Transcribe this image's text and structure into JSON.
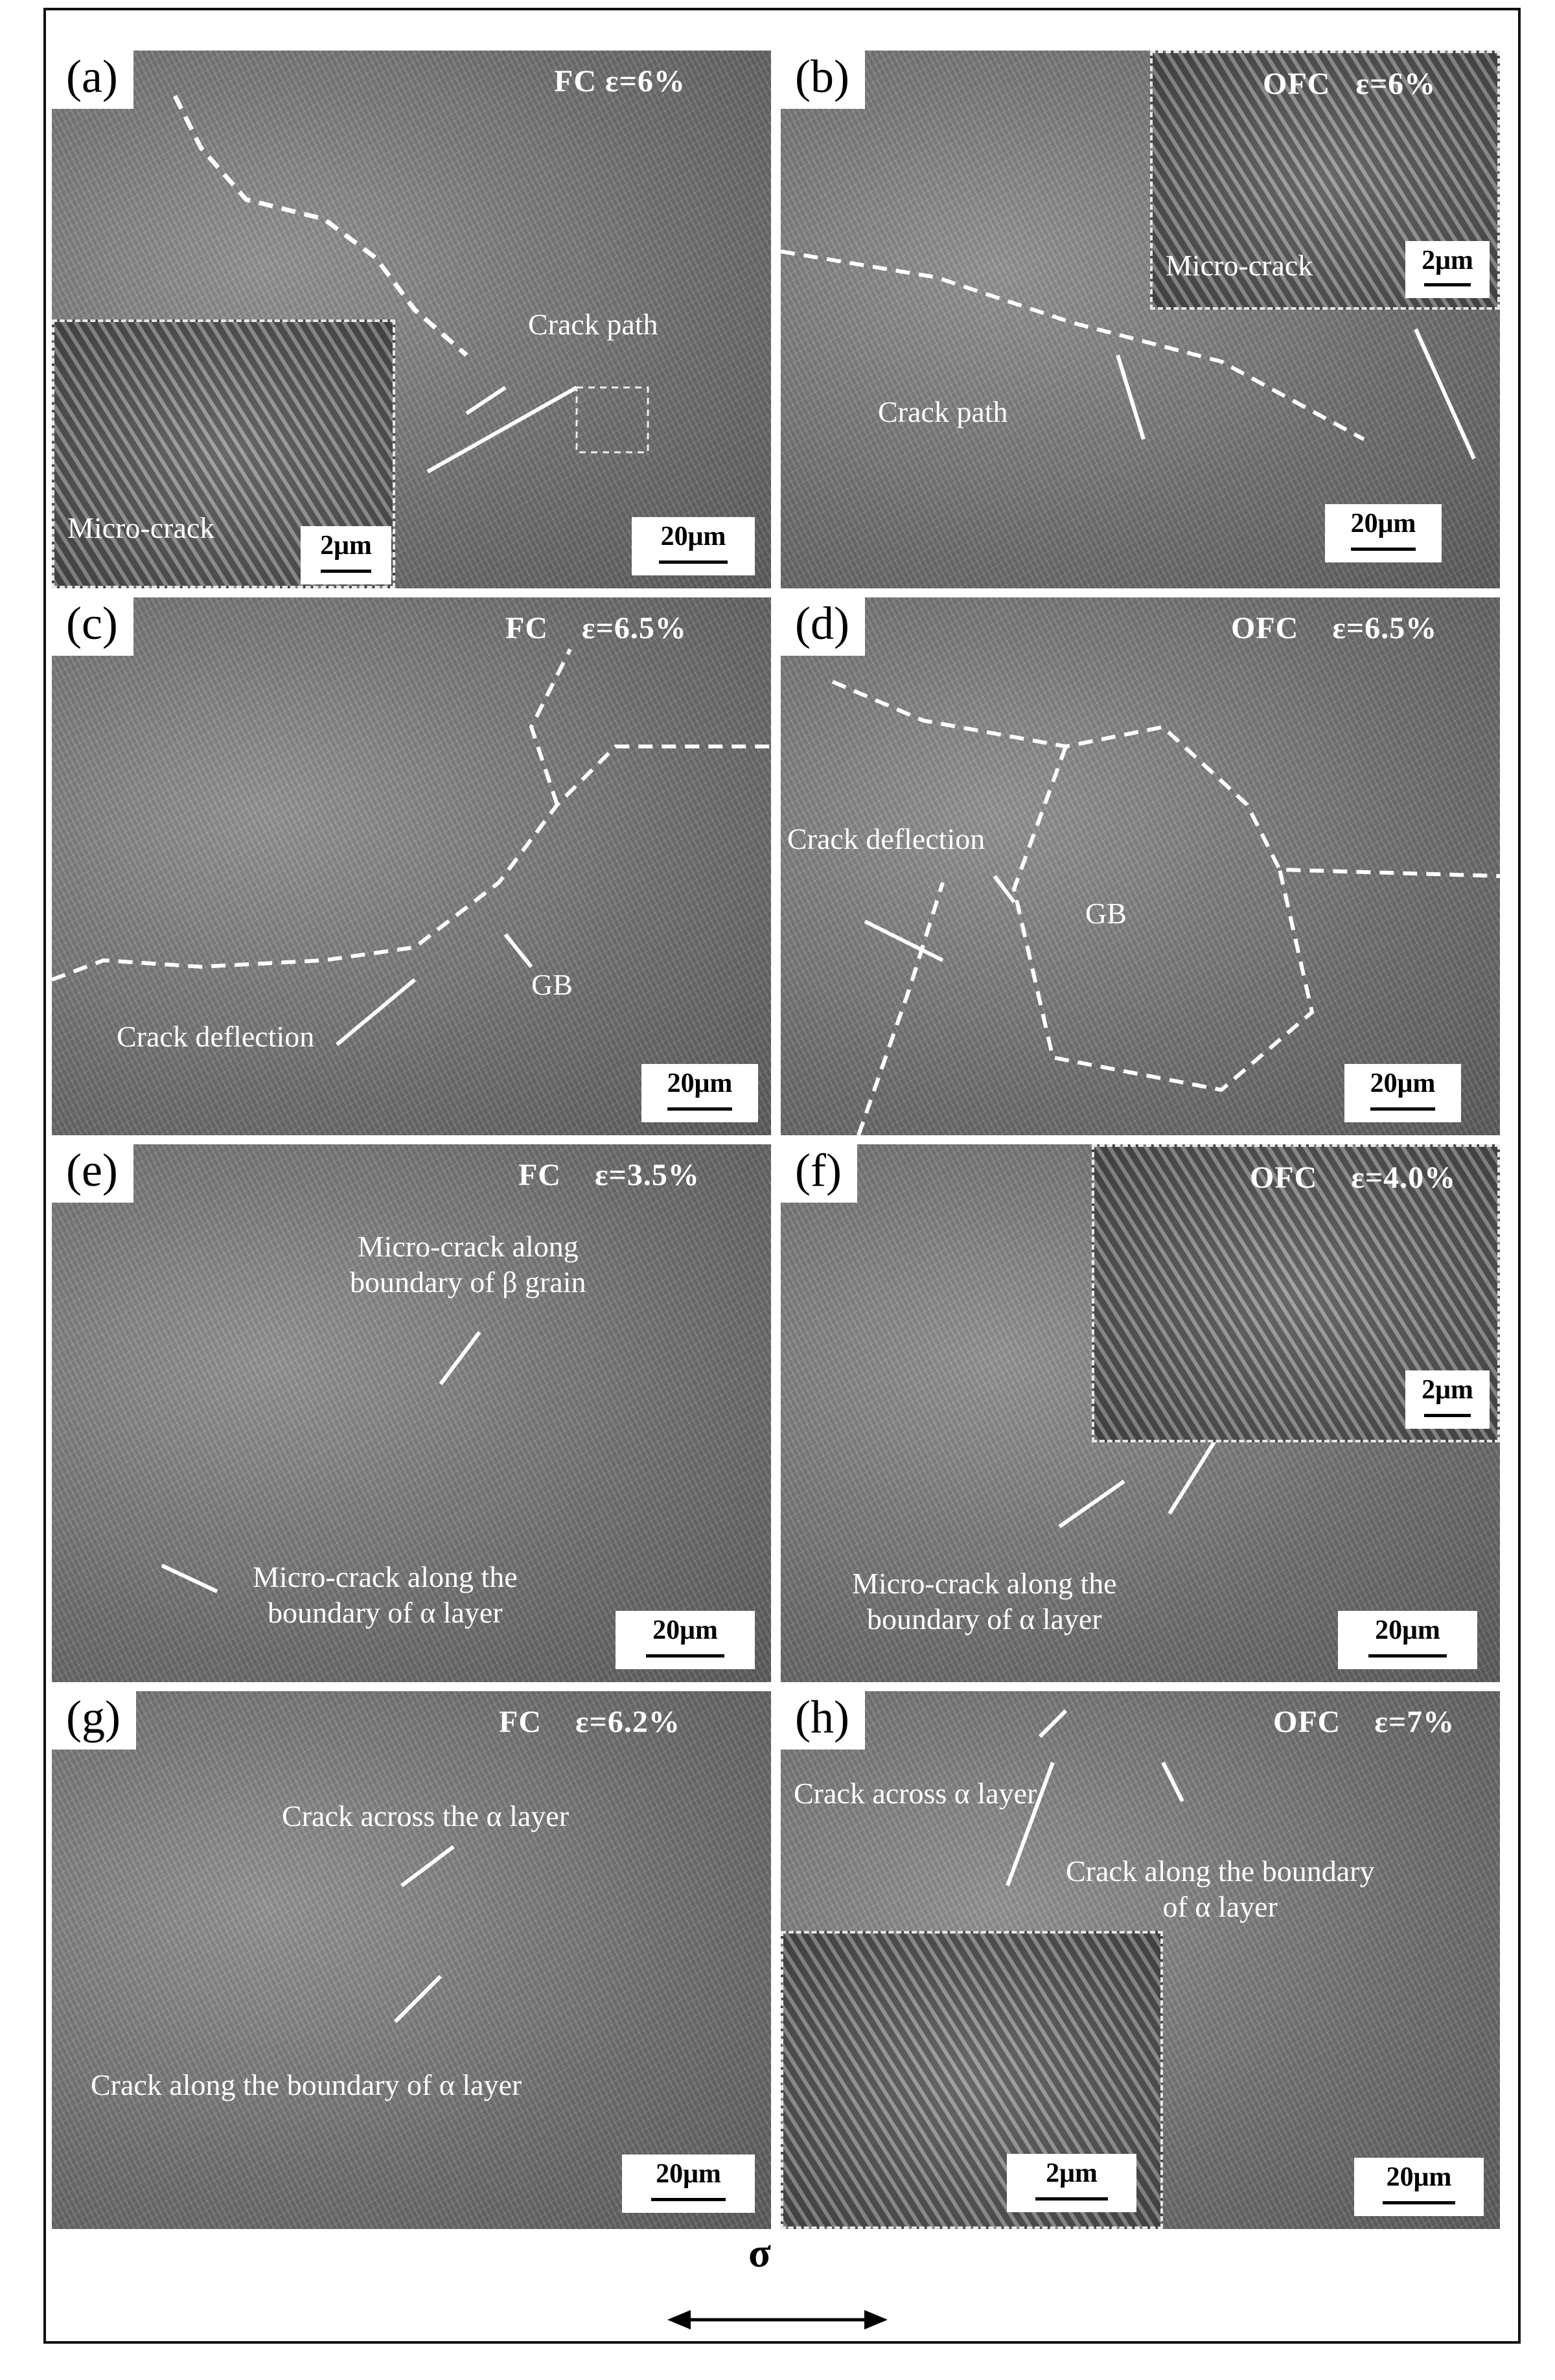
{
  "panels": [
    {
      "label": "(a)",
      "condition": "FC ε=6%",
      "annotations": [
        "Crack path",
        "Micro-crack"
      ],
      "scale_main": "20μm",
      "scale_inset": "2μm"
    },
    {
      "label": "(b)",
      "condition": "OFC   ε=6%",
      "annotations": [
        "Micro-crack",
        "Crack path"
      ],
      "scale_main": "20μm",
      "scale_inset": "2μm"
    },
    {
      "label": "(c)",
      "condition": "FC    ε=6.5%",
      "annotations": [
        "Crack deflection",
        "GB"
      ],
      "scale_main": "20μm"
    },
    {
      "label": "(d)",
      "condition": "OFC    ε=6.5%",
      "annotations": [
        "Crack deflection",
        "GB"
      ],
      "scale_main": "20μm"
    },
    {
      "label": "(e)",
      "condition": "FC    ε=3.5%",
      "annotations": [
        "Micro-crack along\nboundary of β grain",
        "Micro-crack along the\nboundary of α layer"
      ],
      "scale_main": "20μm"
    },
    {
      "label": "(f)",
      "condition": "OFC    ε=4.0%",
      "annotations": [
        "Micro-crack along the\nboundary of α layer"
      ],
      "scale_main": "20μm",
      "scale_inset": "2μm"
    },
    {
      "label": "(g)",
      "condition": "FC    ε=6.2%",
      "annotations": [
        "Crack across the α layer",
        "Crack along the boundary of α layer"
      ],
      "scale_main": "20μm"
    },
    {
      "label": "(h)",
      "condition": "OFC    ε=7%",
      "annotations": [
        "Crack across α layer",
        "Crack along the boundary\nof α layer"
      ],
      "scale_main": "20μm",
      "scale_inset": "2μm"
    }
  ],
  "stress_symbol": "σ"
}
